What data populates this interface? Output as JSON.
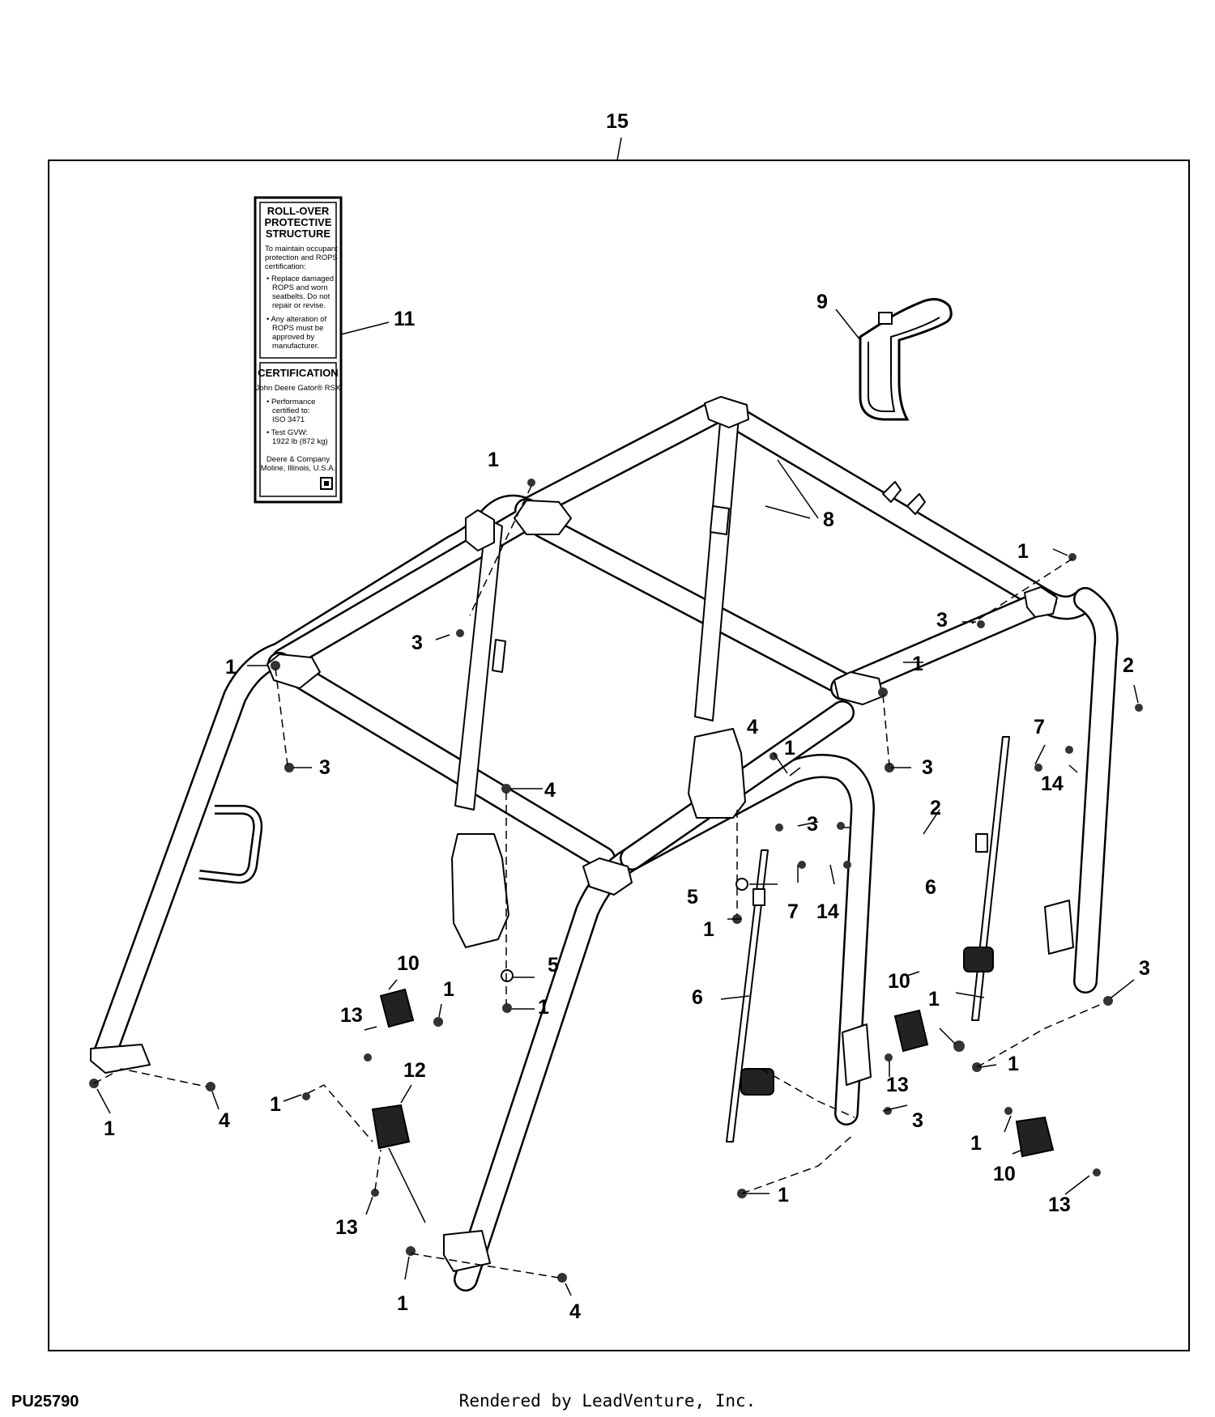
{
  "frame": {
    "callout": "15"
  },
  "label": {
    "callout": "11",
    "rops_heading": [
      "ROLL-OVER",
      "PROTECTIVE",
      "STRUCTURE"
    ],
    "rops_body": [
      "To maintain occupant",
      "protection and ROPS",
      "certification:",
      "• Replace damaged",
      "ROPS and worn",
      "seatbelts. Do not",
      "repair or revise.",
      "• Any alteration of",
      "ROPS must be",
      "approved by",
      "manufacturer."
    ],
    "cert_heading": "CERTIFICATION",
    "cert_body": [
      "John Deere Gator® RSX",
      "• Performance",
      "certified to:",
      "ISO 3471",
      "• Test GVW:",
      "1922 lb (872 kg)",
      "Deere & Company",
      "Moline, Illinois, U.S.A."
    ]
  },
  "callouts": {
    "c9": "9",
    "c8": "8",
    "c1a": "1",
    "c3a": "3",
    "c1b": "1",
    "c3b": "3",
    "c1c": "1",
    "c3c": "3",
    "c1d": "1",
    "c3d": "3",
    "c2a": "2",
    "c7a": "7",
    "c14a": "14",
    "c4a": "4",
    "c1e": "1",
    "c4b": "4",
    "c3e": "3",
    "c2b": "2",
    "c5a": "5",
    "c1f": "1",
    "c7b": "7",
    "c14b": "14",
    "c6a": "6",
    "c3f": "3",
    "c10a": "10",
    "c1g": "1",
    "c5b": "5",
    "c1h": "1",
    "c13a": "13",
    "c6b": "6",
    "c10b": "10",
    "c1i": "1",
    "c1j": "1",
    "c13b": "13",
    "c12": "12",
    "c1k": "1",
    "c1l": "1",
    "c4c": "4",
    "c3g": "3",
    "c1m": "1",
    "c10c": "10",
    "c13c": "13",
    "c1n": "1",
    "c13d": "13",
    "c1o": "1",
    "c4d": "4"
  },
  "footer": {
    "diagram_id": "PU25790",
    "credit": "Rendered by LeadVenture, Inc."
  }
}
